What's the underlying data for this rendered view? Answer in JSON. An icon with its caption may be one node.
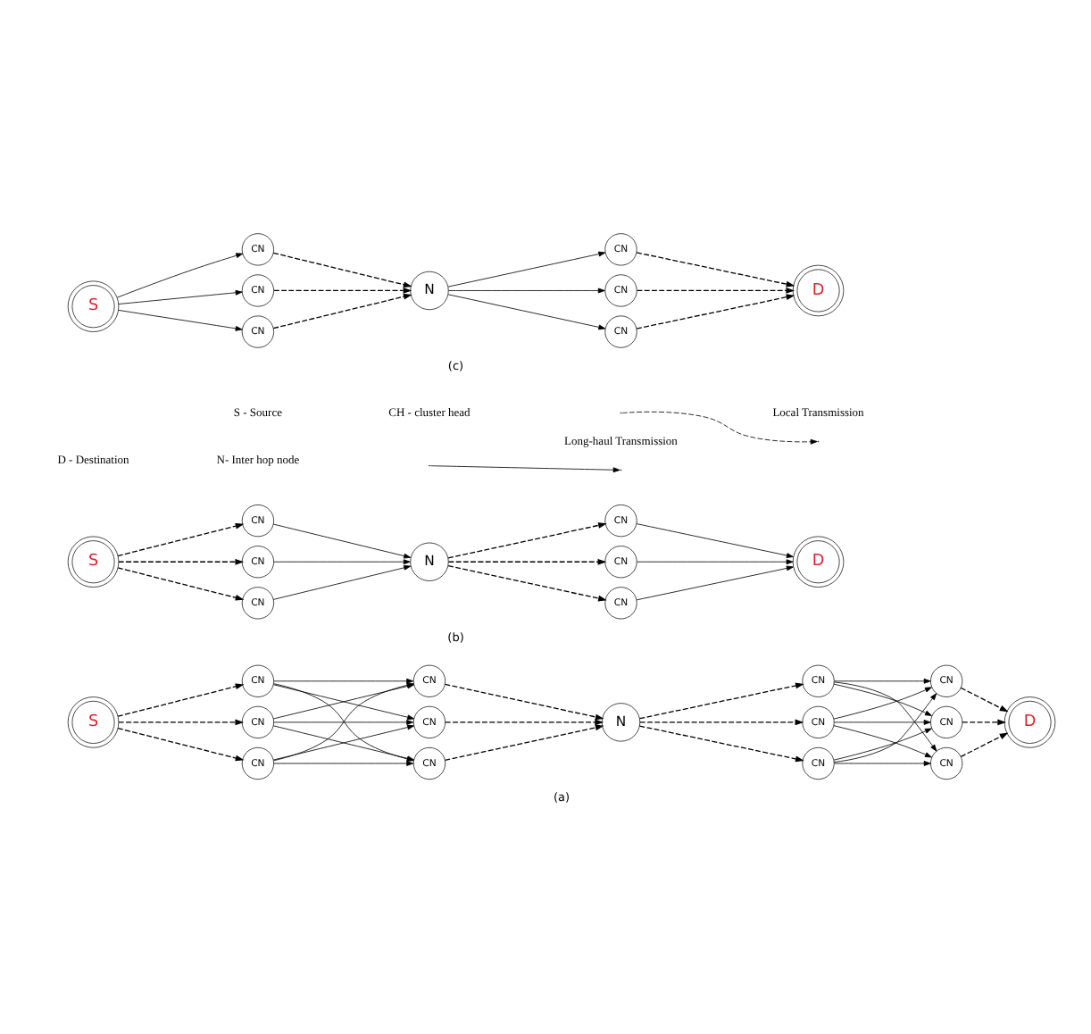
{
  "diagram": {
    "nodes": [
      {
        "text": [
          "S"
        ]
      },
      {
        "text": [
          "CN"
        ]
      },
      {
        "text": [
          "CN"
        ]
      },
      {
        "text": [
          "CN"
        ]
      },
      {
        "text": [
          "CN"
        ]
      },
      {
        "text": [
          "CN"
        ]
      },
      {
        "text": [
          "CN"
        ]
      },
      {
        "text": [
          "N"
        ]
      },
      {
        "text": [
          "CN"
        ]
      },
      {
        "text": [
          "CN"
        ]
      },
      {
        "text": [
          "CN"
        ]
      },
      {
        "text": [
          "CN"
        ]
      },
      {
        "text": [
          "CN"
        ]
      },
      {
        "text": [
          "CN"
        ]
      },
      {
        "text": [
          "D"
        ]
      },
      {
        "text": [
          "S"
        ]
      },
      {
        "text": [
          "CN"
        ]
      },
      {
        "text": [
          "CN"
        ]
      },
      {
        "text": [
          "CN"
        ]
      },
      {
        "text": [
          "N"
        ]
      },
      {
        "text": [
          "CN"
        ]
      },
      {
        "text": [
          "CN"
        ]
      },
      {
        "text": [
          "CN"
        ]
      },
      {
        "text": [
          "D"
        ]
      },
      {
        "text": [
          "S"
        ]
      },
      {
        "text": [
          "CN"
        ]
      },
      {
        "text": [
          "CN"
        ]
      },
      {
        "text": [
          "CN"
        ]
      },
      {
        "text": [
          "N"
        ]
      },
      {
        "text": [
          "CN"
        ]
      },
      {
        "text": [
          "CN"
        ]
      },
      {
        "text": [
          "CN"
        ]
      },
      {
        "text": [
          "D"
        ]
      }
    ],
    "edges": [
      {
        "from": 0,
        "to": 1,
        "arrow": "to",
        "style": "dashed"
      },
      {
        "from": 0,
        "to": 2,
        "arrow": "to",
        "style": "dashed"
      },
      {
        "from": 0,
        "to": 3,
        "arrow": "to",
        "style": "dashed"
      },
      {
        "from": 1,
        "to": 4,
        "arrow": "to"
      },
      {
        "from": 1,
        "to": 5,
        "arrow": "to"
      },
      {
        "from": 1,
        "to": 6,
        "arrow": "to"
      },
      {
        "from": 2,
        "to": 4,
        "arrow": "to"
      },
      {
        "from": 2,
        "to": 5,
        "arrow": "to"
      },
      {
        "from": 2,
        "to": 6,
        "arrow": "to"
      },
      {
        "from": 3,
        "to": 4,
        "arrow": "to"
      },
      {
        "from": 3,
        "to": 5,
        "arrow": "to"
      },
      {
        "from": 3,
        "to": 6,
        "arrow": "to"
      },
      {
        "from": 4,
        "to": 7,
        "arrow": "to",
        "style": "dashed"
      },
      {
        "from": 5,
        "to": 7,
        "arrow": "to",
        "style": "dashed"
      },
      {
        "from": 6,
        "to": 7,
        "arrow": "to",
        "style": "dashed"
      },
      {
        "from": 7,
        "to": 8,
        "arrow": "to",
        "style": "dashed"
      },
      {
        "from": 7,
        "to": 9,
        "arrow": "to",
        "style": "dashed"
      },
      {
        "from": 7,
        "to": 10,
        "arrow": "to",
        "style": "dashed"
      },
      {
        "from": 8,
        "to": 11,
        "arrow": "to"
      },
      {
        "from": 8,
        "to": 12,
        "arrow": "to"
      },
      {
        "from": 8,
        "to": 13,
        "arrow": "to"
      },
      {
        "from": 9,
        "to": 11,
        "arrow": "to"
      },
      {
        "from": 9,
        "to": 12,
        "arrow": "to"
      },
      {
        "from": 9,
        "to": 13,
        "arrow": "to"
      },
      {
        "from": 10,
        "to": 11,
        "arrow": "to"
      },
      {
        "from": 10,
        "to": 12,
        "arrow": "to"
      },
      {
        "from": 10,
        "to": 13,
        "arrow": "to"
      },
      {
        "from": 11,
        "to": 14,
        "arrow": "to",
        "style": "dashed"
      },
      {
        "from": 12,
        "to": 14,
        "arrow": "to",
        "style": "dashed"
      },
      {
        "from": 13,
        "to": 14,
        "arrow": "to",
        "style": "dashed"
      },
      {
        "from": 15,
        "to": 16,
        "arrow": "to",
        "style": "dashed"
      },
      {
        "from": 15,
        "to": 17,
        "arrow": "to",
        "style": "dashed"
      },
      {
        "from": 15,
        "to": 18,
        "arrow": "to",
        "style": "dashed"
      },
      {
        "from": 16,
        "to": 19,
        "arrow": "to"
      },
      {
        "from": 17,
        "to": 19,
        "arrow": "to"
      },
      {
        "from": 18,
        "to": 19,
        "arrow": "to"
      },
      {
        "from": 19,
        "to": 20,
        "arrow": "to",
        "style": "dashed"
      },
      {
        "from": 19,
        "to": 21,
        "arrow": "to",
        "style": "dashed"
      },
      {
        "from": 19,
        "to": 22,
        "arrow": "to",
        "style": "dashed"
      },
      {
        "from": 20,
        "to": 23,
        "arrow": "to"
      },
      {
        "from": 21,
        "to": 23,
        "arrow": "to"
      },
      {
        "from": 22,
        "to": 23,
        "arrow": "to"
      },
      {
        "from": 24,
        "to": 25,
        "arrow": "to"
      },
      {
        "from": 24,
        "to": 26,
        "arrow": "to"
      },
      {
        "from": 24,
        "to": 27,
        "arrow": "to"
      },
      {
        "from": 25,
        "to": 28,
        "arrow": "to",
        "style": "dashed"
      },
      {
        "from": 26,
        "to": 28,
        "arrow": "to",
        "style": "dashed"
      },
      {
        "from": 27,
        "to": 28,
        "arrow": "to",
        "style": "dashed"
      },
      {
        "from": 28,
        "to": 29,
        "arrow": "to"
      },
      {
        "from": 28,
        "to": 30,
        "arrow": "to"
      },
      {
        "from": 28,
        "to": 31,
        "arrow": "to"
      },
      {
        "from": 29,
        "to": 32,
        "arrow": "to",
        "style": "dashed"
      },
      {
        "from": 30,
        "to": 32,
        "arrow": "to",
        "style": "dashed"
      },
      {
        "from": 31,
        "to": 32,
        "arrow": "to",
        "style": "dashed"
      }
    ],
    "labels": [
      "(a)",
      "(b)",
      "(c)",
      "S - Source",
      "CH - cluster head",
      "D - Destination",
      "N- Inter hop node"
    ],
    "legend": [
      {
        "text": "Local Transmission"
      },
      {
        "text": "Long-haul Transmission"
      }
    ]
  }
}
